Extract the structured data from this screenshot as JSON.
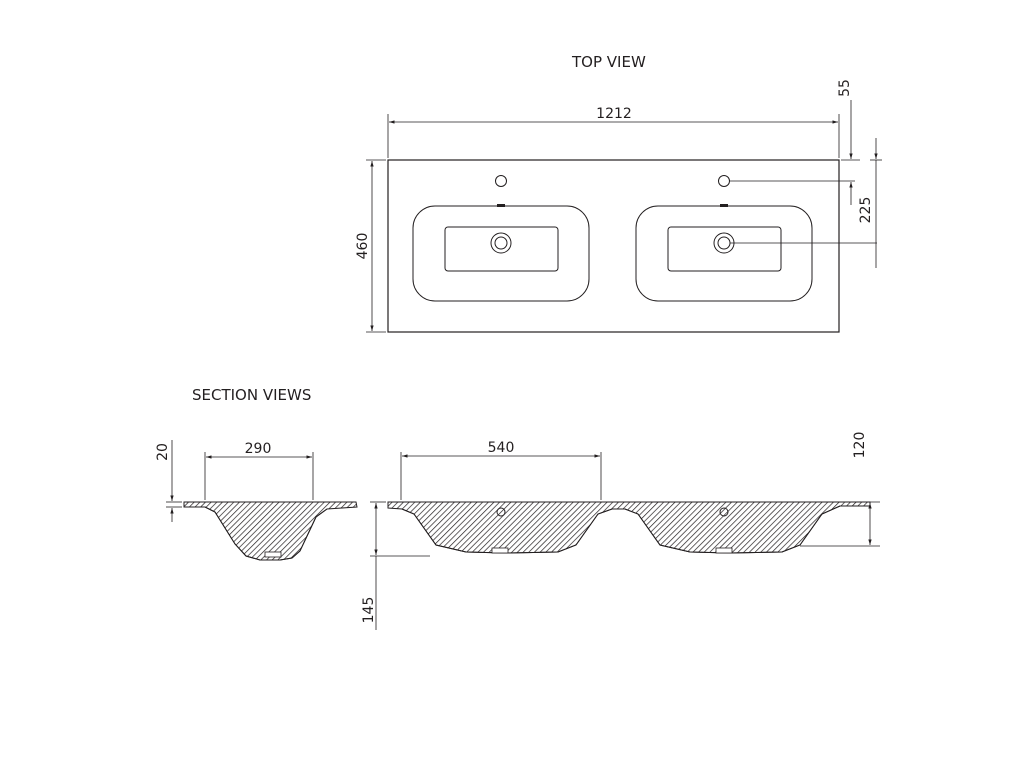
{
  "titles": {
    "top_view": "TOP VIEW",
    "section_views": "SECTION VIEWS"
  },
  "dimensions": {
    "overall_width": "1212",
    "overall_depth": "460",
    "tap_offset": "55",
    "tap_to_waste": "225",
    "small_section_width": "290",
    "small_section_thickness": "20",
    "large_section_width": "540",
    "large_section_height": "120",
    "large_section_depth": "145"
  },
  "colors": {
    "line": "#231f20",
    "background": "#ffffff"
  }
}
